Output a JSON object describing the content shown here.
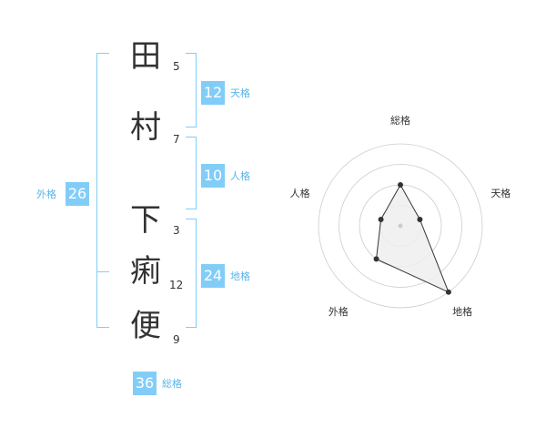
{
  "name": {
    "chars": [
      {
        "kanji": "田",
        "strokes": "5"
      },
      {
        "kanji": "村",
        "strokes": "7"
      },
      {
        "kanji": "下",
        "strokes": "3"
      },
      {
        "kanji": "痢",
        "strokes": "12"
      },
      {
        "kanji": "便",
        "strokes": "9"
      }
    ]
  },
  "fortune": {
    "tenkaku": {
      "value": "12",
      "label": "天格"
    },
    "jinkaku": {
      "value": "10",
      "label": "人格"
    },
    "chikaku": {
      "value": "24",
      "label": "地格"
    },
    "gaikaku": {
      "value": "26",
      "label": "外格"
    },
    "soukaku": {
      "value": "36",
      "label": "総格"
    }
  },
  "colors": {
    "accent": "#82cdf8",
    "label": "#5ab5e8",
    "text": "#333333"
  },
  "chart_data": {
    "type": "radar",
    "axes": [
      "総格",
      "天格",
      "地格",
      "外格",
      "人格"
    ],
    "values": [
      2,
      1,
      4,
      2,
      1
    ],
    "max": 4,
    "grid": true
  }
}
